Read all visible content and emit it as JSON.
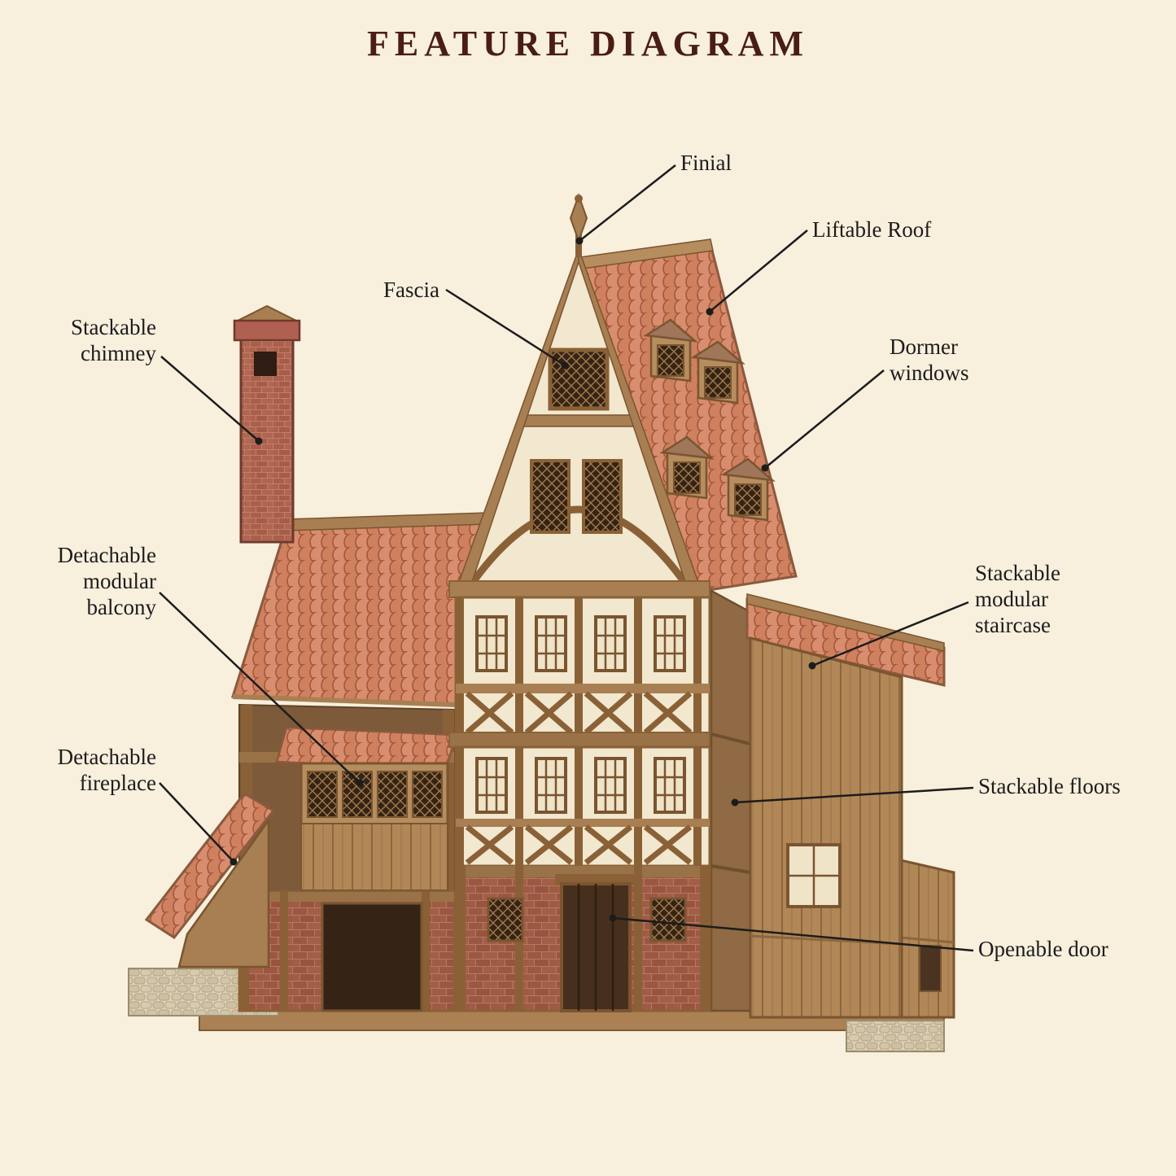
{
  "title": "FEATURE DIAGRAM",
  "colors": {
    "background": "#f8efdd",
    "title_text": "#4a1d13",
    "label_text": "#1c1c1c",
    "roof_tile": "#cf7f5e",
    "wood": "#b68d5e",
    "timber": "#8a6136",
    "brick": "#9c5744",
    "leader_line": "#1c1c1c"
  },
  "labels": {
    "finial": {
      "lines": [
        "Finial"
      ]
    },
    "liftable_roof": {
      "lines": [
        "Liftable Roof"
      ]
    },
    "fascia": {
      "lines": [
        "Fascia"
      ]
    },
    "dormer_windows": {
      "lines": [
        "Dormer",
        "windows"
      ]
    },
    "stackable_chimney": {
      "lines": [
        "Stackable",
        "chimney"
      ]
    },
    "detachable_modular_balcony": {
      "lines": [
        "Detachable",
        "modular",
        "balcony"
      ]
    },
    "stackable_modular_staircase": {
      "lines": [
        "Stackable",
        "modular",
        "staircase"
      ]
    },
    "detachable_fireplace": {
      "lines": [
        "Detachable",
        "fireplace"
      ]
    },
    "stackable_floors": {
      "lines": [
        "Stackable floors"
      ]
    },
    "openable_door": {
      "lines": [
        "Openable door"
      ]
    }
  }
}
